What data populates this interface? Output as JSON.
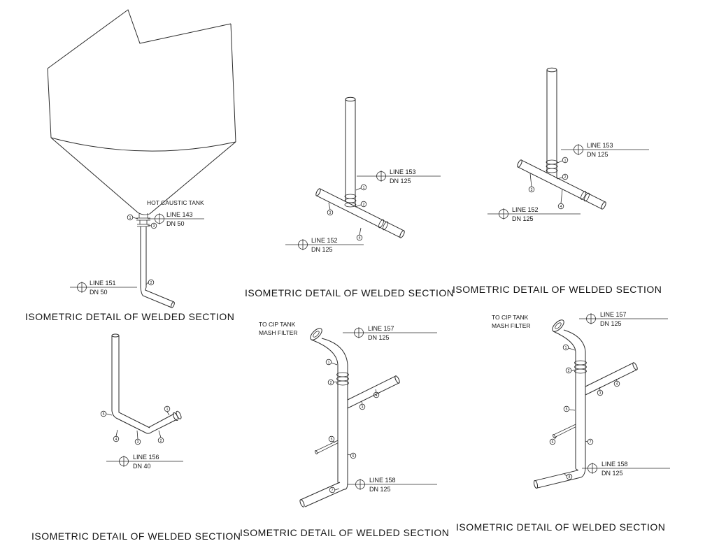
{
  "drawing": {
    "background": "#ffffff",
    "stroke_color": "#2a2a2a",
    "caption_default": "ISOMETRIC DETAIL OF WELDED SECTION"
  },
  "panels": [
    {
      "id": "hot-caustic-tank-detail",
      "caption": "ISOMETRIC DETAIL OF WELDED SECTION",
      "note": "HOT CAUSTIC TANK",
      "labels": [
        {
          "line": "LINE 143",
          "dn": "DN 50"
        },
        {
          "line": "LINE 151",
          "dn": "DN 50"
        }
      ],
      "welds": [
        "1",
        "3",
        "2"
      ]
    },
    {
      "id": "tee-detail-1",
      "caption": "ISOMETRIC DETAIL OF WELDED SECTION",
      "labels": [
        {
          "line": "LINE 153",
          "dn": "DN 125"
        },
        {
          "line": "LINE 152",
          "dn": "DN 125"
        }
      ],
      "welds": [
        "1",
        "2",
        "3",
        "4"
      ]
    },
    {
      "id": "tee-detail-2",
      "caption": "ISOMETRIC DETAIL OF WELDED SECTION",
      "labels": [
        {
          "line": "LINE 153",
          "dn": "DN 125"
        },
        {
          "line": "LINE 152",
          "dn": "DN 125"
        }
      ],
      "welds": [
        "1",
        "2",
        "3",
        "4"
      ]
    },
    {
      "id": "elbow-detail",
      "caption": "ISOMETRIC DETAIL OF WELDED SECTION",
      "labels": [
        {
          "line": "LINE 156",
          "dn": "DN 40"
        }
      ],
      "welds": [
        "5",
        "4",
        "3",
        "2",
        "1"
      ]
    },
    {
      "id": "cip-riser-detail-1",
      "caption": "ISOMETRIC DETAIL OF WELDED SECTION",
      "note_lines": [
        "TO CIP TANK",
        "MASH FILTER"
      ],
      "labels": [
        {
          "line": "LINE 157",
          "dn": "DN 125"
        },
        {
          "line": "LINE 158",
          "dn": "DN 125"
        }
      ],
      "welds": [
        "1",
        "2",
        "3",
        "4",
        "5",
        "6",
        "7"
      ]
    },
    {
      "id": "cip-riser-detail-2",
      "caption": "ISOMETRIC DETAIL OF WELDED SECTION",
      "note_lines": [
        "TO CIP TANK",
        "MASH FILTER"
      ],
      "labels": [
        {
          "line": "LINE 157",
          "dn": "DN 125"
        },
        {
          "line": "LINE 158",
          "dn": "DN 125"
        }
      ],
      "welds": [
        "1",
        "2",
        "3",
        "4",
        "5",
        "6",
        "7",
        "8"
      ]
    }
  ]
}
